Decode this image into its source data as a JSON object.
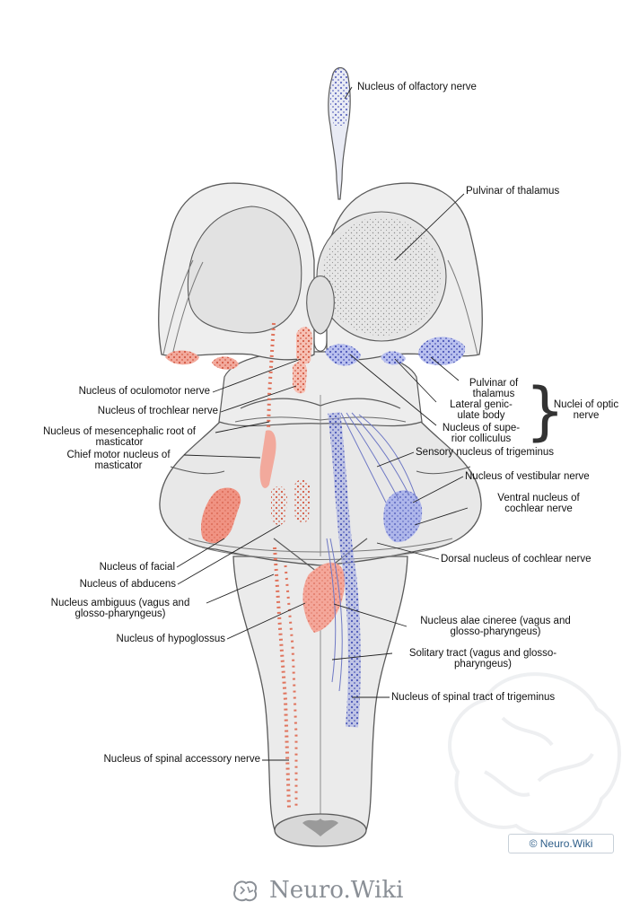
{
  "title_label": "Nucleus of olfactory nerve",
  "labels": {
    "pulvinar_top": "Pulvinar of thalamus",
    "oculomotor": "Nucleus of oculomotor nerve",
    "trochlear": "Nucleus of trochlear nerve",
    "mesencephalic": "Nucleus of mesencephalic root of\nmasticator",
    "chief_motor": "Chief motor nucleus of\nmasticator",
    "pulvinar_small": "Pulvinar of\nthalamus",
    "lateral_geniculate": "Lateral genic-\nulate body",
    "superior_colliculus": "Nucleus of supe-\nrior colliculus",
    "optic_group": "Nuclei of optic\nnerve",
    "sensory_trigeminus": "Sensory nucleus of trigeminus",
    "vestibular": "Nucleus of vestibular nerve",
    "ventral_cochlear": "Ventral nucleus of\ncochlear nerve",
    "dorsal_cochlear": "Dorsal nucleus of cochlear nerve",
    "facial": "Nucleus of facial",
    "abducens": "Nucleus of abducens",
    "ambiguus": "Nucleus ambiguus (vagus and\nglosso-pharyngeus)",
    "hypoglossus": "Nucleus of hypoglossus",
    "alae_cineree": "Nucleus alae cineree (vagus and\nglosso-pharyngeus)",
    "solitary": "Solitary tract (vagus and glosso-\npharyngeus)",
    "spinal_trigeminus": "Nucleus of spinal tract of trigeminus",
    "spinal_accessory": "Nucleus of spinal accessory nerve"
  },
  "footer": {
    "copyright": "© Neuro.Wiki",
    "brand": "Neuro.Wiki"
  },
  "colors": {
    "motor": "#ef8f80",
    "sensory": "#9aa4e0",
    "tissue": "#ececec",
    "outline": "#5a5a5a"
  }
}
